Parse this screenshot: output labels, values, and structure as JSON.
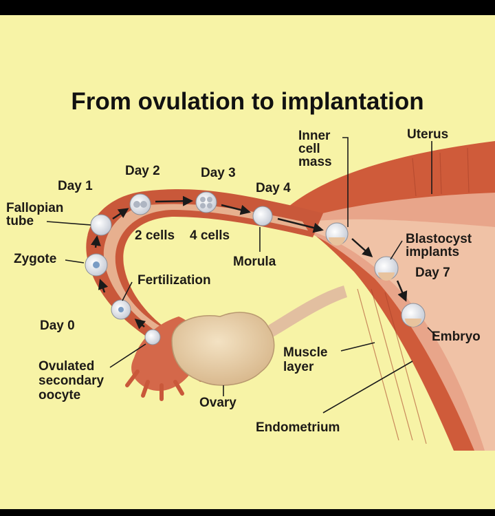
{
  "title": "From ovulation to implantation",
  "labels": {
    "uterus": "Uterus",
    "inner_cell_mass": [
      "Inner",
      "cell",
      "mass"
    ],
    "day1": "Day 1",
    "day2": "Day 2",
    "day3": "Day 3",
    "day4": "Day 4",
    "fallopian_tube": [
      "Fallopian",
      "tube"
    ],
    "cells_2": "2 cells",
    "cells_4": "4 cells",
    "zygote": "Zygote",
    "morula": "Morula",
    "blastocyst_implants": [
      "Blastocyst",
      "implants"
    ],
    "day7": "Day 7",
    "fertilization": "Fertilization",
    "day0": "Day 0",
    "embryo": "Embryo",
    "muscle_layer": [
      "Muscle",
      "layer"
    ],
    "ovulated_secondary_oocyte": [
      "Ovulated",
      "secondary",
      "oocyte"
    ],
    "ovary": "Ovary",
    "endometrium": "Endometrium"
  },
  "colors": {
    "background": "#f7f3a6",
    "tube": "#c9583a",
    "tube_lining": "#e7b08f",
    "uterus_wall": "#cf5b3a",
    "endometrium": "#e8a58a",
    "ovary": "#e8cfa8",
    "cells": "#dfe3ea"
  }
}
